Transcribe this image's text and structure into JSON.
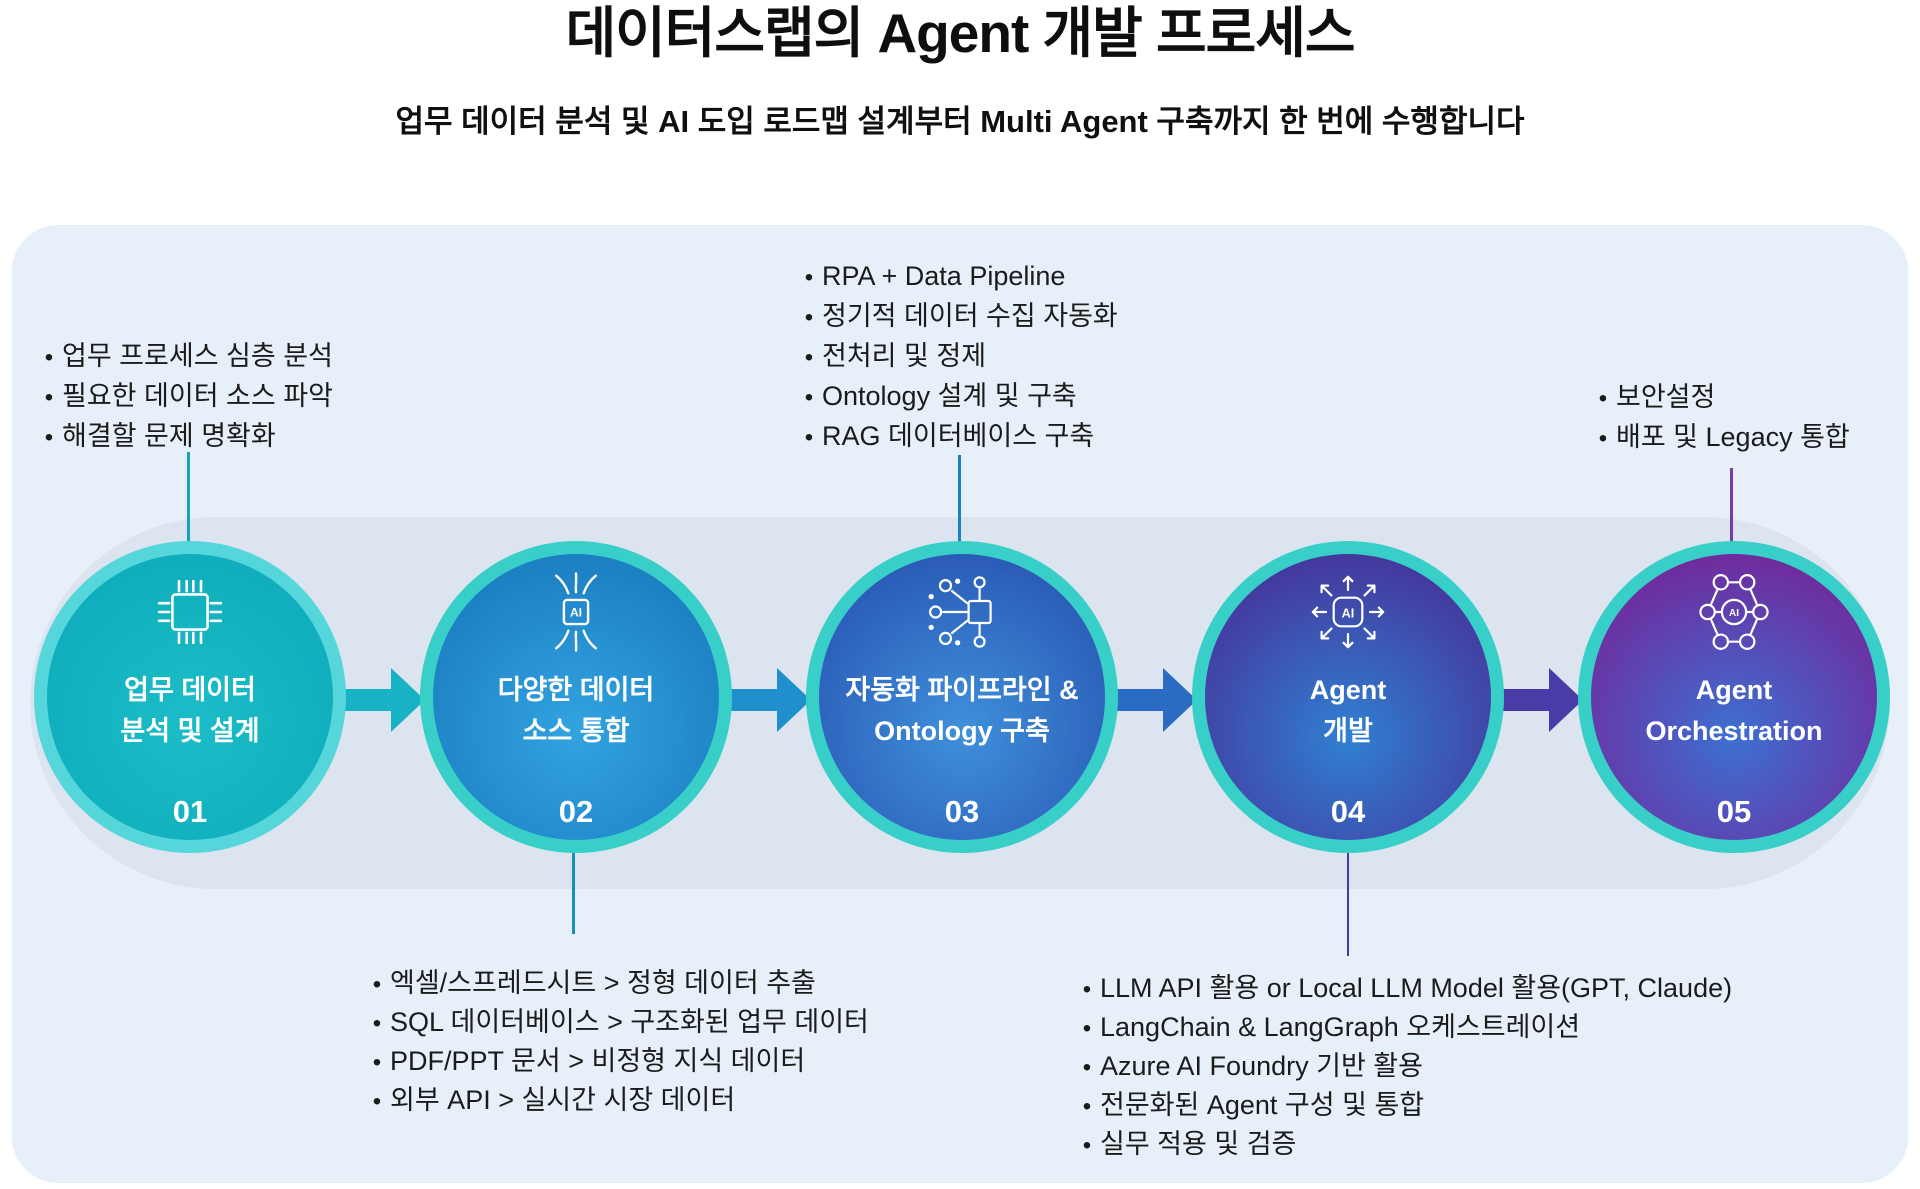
{
  "glyphs": {
    "bullet": "•"
  },
  "header": {
    "title": "데이터스랩의 Agent 개발 프로세스",
    "subtitle": "업무 데이터 분석 및 AI 도입 로드맵 설계부터 Multi Agent 구축까지 한 번에 수행합니다"
  },
  "icon_labels": {
    "ai_text": "AI"
  },
  "steps": [
    {
      "number": "01",
      "icon": "cpu-chip-icon",
      "title_lines": [
        "업무 데이터",
        "분석 및 설계"
      ],
      "bullets": [
        "업무 프로세스 심층 분석",
        "필요한 데이터 소스 파악",
        "해결할 문제 명확화"
      ],
      "bullets_position": "top",
      "accent": "#10aebc"
    },
    {
      "number": "02",
      "icon": "ai-chip-rays-icon",
      "title_lines": [
        "다양한 데이터",
        "소스 통합"
      ],
      "bullets": [
        "엑셀/스프레드시트 > 정형 데이터 추출",
        "SQL 데이터베이스 > 구조화된 업무 데이터",
        "PDF/PPT 문서 > 비정형 지식 데이터",
        "외부 API > 실시간 시장 데이터"
      ],
      "bullets_position": "bottom",
      "accent": "#1b7fc2"
    },
    {
      "number": "03",
      "icon": "chip-network-icon",
      "title_lines": [
        "자동화 파이프라인 &",
        "Ontology 구축"
      ],
      "bullets": [
        "RPA + Data Pipeline",
        "정기적 데이터 수집 자동화",
        "전처리 및 정제",
        "Ontology 설계 및 구축",
        "RAG 데이터베이스 구축"
      ],
      "bullets_position": "top",
      "accent": "#2a5ab6"
    },
    {
      "number": "04",
      "icon": "ai-expand-arrows-icon",
      "title_lines": [
        "Agent",
        "개발"
      ],
      "bullets": [
        "LLM API 활용 or Local LLM Model 활용(GPT, Claude)",
        "LangChain & LangGraph 오케스트레이션",
        "Azure AI Foundry 기반 활용",
        "전문화된 Agent 구성 및 통합",
        "실무 적용 및 검증"
      ],
      "bullets_position": "bottom",
      "accent": "#45389d"
    },
    {
      "number": "05",
      "icon": "hexagon-network-ai-icon",
      "title_lines": [
        "Agent",
        "Orchestration"
      ],
      "bullets": [
        "보안설정",
        "배포 및 Legacy 통합"
      ],
      "bullets_position": "top",
      "accent": "#6f2c9e"
    }
  ],
  "colors": {
    "panel_bg": "#e7f0f8",
    "band_bg": "#dbe4ef",
    "ring_teal": "#38cfc8",
    "ring_teal_light": "#55d6da",
    "circle_1": "#10aebc",
    "circle_2": "#1f86c6",
    "circle_3": "#2a5ab6",
    "circle_4": "#45389d",
    "circle_5": "#6f2c9e",
    "arrow_1": "#17b2c4",
    "arrow_2": "#2090cc",
    "arrow_3": "#2a6cc4",
    "arrow_4": "#4a3ca6",
    "text_dark": "#141414",
    "text_white": "#ffffff"
  }
}
